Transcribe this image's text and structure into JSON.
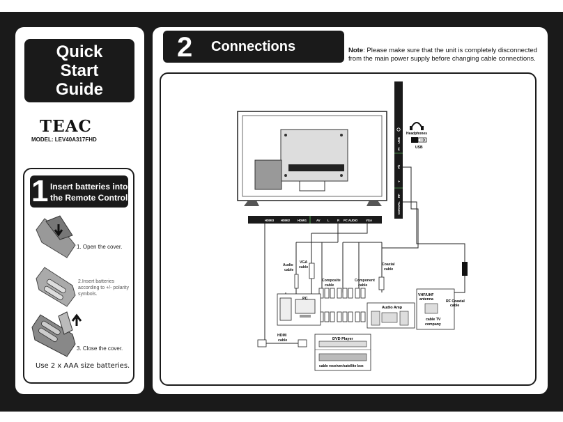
{
  "quick_start_guide": [
    "Quick",
    "Start",
    "Guide"
  ],
  "brand": "TEAC",
  "model": "MODEL: LEV40A317FHD",
  "step1": {
    "number": "1",
    "title": "Insert batteries into the Remote Control",
    "steps": [
      "1. Open the cover.",
      "2.Insert batteries according to +/- polarity symbols.",
      "3. Close the cover."
    ],
    "batteries_note": "Use 2 x AAA size batteries."
  },
  "step2": {
    "number": "2",
    "title": "Connections",
    "note_label": "Note",
    "note_text": ": Please make sure that the unit is completely disconnected from the main power supply before changing cable connections."
  },
  "diagram": {
    "side_ports": [
      "USB",
      "Pr",
      "Pb",
      "Y",
      "RF",
      "COAXIAL"
    ],
    "bottom_ports": [
      "HDMI3",
      "HDMI2",
      "HDMI1",
      "AV",
      "L",
      "R",
      "PC AUDIO",
      "VGA"
    ],
    "labels": {
      "headphones": "Headphones",
      "usb": "USB",
      "audio_cable": "Audio cable",
      "vga_cable": "VGA cable",
      "composite_cable": "Composite cable",
      "component_cable": "Component cable",
      "coaxial_cable": "Coaxial cable",
      "pc": "PC",
      "audio_amp": "Audio Amp",
      "vhf_uhf_antenna": "VHF/UHF antenna",
      "rf_coaxial_cable": "RF Coaxial cable",
      "cable_tv_company": "cable TV company",
      "hdmi_cable": "HDMI cable",
      "dvd_player": "DVD Player",
      "cable_receiver": "cable receiver/satellite box"
    }
  }
}
